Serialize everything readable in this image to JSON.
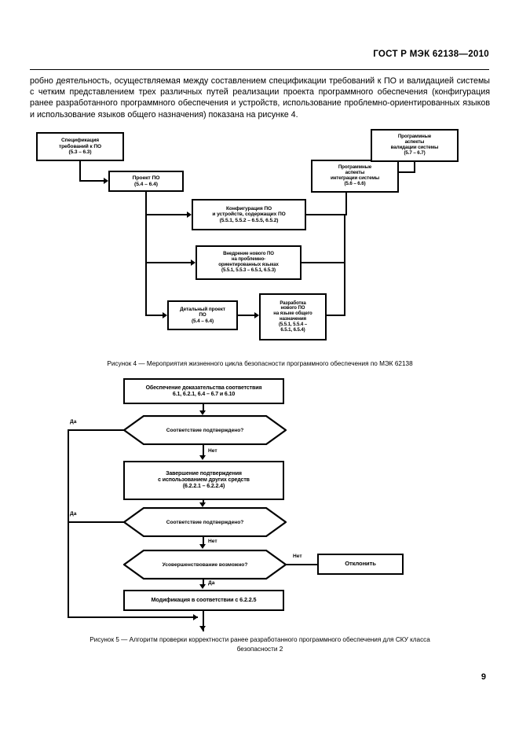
{
  "document": {
    "header": "ГОСТ Р МЭК 62138—2010",
    "page_number": "9",
    "body_paragraph": "робно деятельность, осуществляемая между составлением спецификации требований к ПО и валидацией системы с четким представлением трех различных путей реализации проекта программного обеспечения (конфигурация ранее разработанного программного обеспечения и устройств, использование проблемно-ориентированных языков и использование языков общего назначения) показана на рисунке 4."
  },
  "figure4": {
    "caption": "Рисунок 4 — Мероприятия жизненного цикла безопасности программного обеспечения по МЭК 62138",
    "nodes": {
      "spec": "Спецификация\nтребований к ПО\n(5.3 – 6.3)",
      "spec_l1": "Спецификация",
      "spec_l2": "требований к ПО",
      "spec_l3": "(5.3 – 6.3)",
      "design_l1": "Проект ПО",
      "design_l2": "(5.4 – 6.4)",
      "config_l1": "Конфигурация ПО",
      "config_l2": "и устройств, содержащих ПО",
      "config_l3": "(5.5.1, 5.5.2 – 6.5.5, 6.5.2)",
      "problem_l1": "Внедрение нового ПО",
      "problem_l2": "на проблемно-",
      "problem_l3": "ориентированных языках",
      "problem_l4": "(5.5.1, 5.5.3 – 6.5.1, 6.5.3)",
      "detail_l1": "Детальный проект",
      "detail_l2": "ПО",
      "detail_l3": "(5.4 – 6.4)",
      "general_l1": "Разработка",
      "general_l2": "нового ПО",
      "general_l3": "на языке общего",
      "general_l4": "назначения",
      "general_l5": "(5.5.1, 5.5.4 –",
      "general_l6": "6.5.1, 6.5.4)",
      "integration_l1": "Программные",
      "integration_l2": "аспекты",
      "integration_l3": "интеграции системы",
      "integration_l4": "(5.6 – 6.6)",
      "validation_l1": "Программные",
      "validation_l2": "аспекты",
      "validation_l3": "валидации системы",
      "validation_l4": "(5.7 – 6.7)"
    }
  },
  "figure5": {
    "caption_l1": "Рисунок 5 — Алгоритм проверки корректности ранее разработанного программного обеспечения для СКУ класса",
    "caption_l2": "безопасности 2",
    "nodes": {
      "evidence_l1": "Обеспечение доказательства соответствия",
      "evidence_l2": "6.1, 6.2.1, 6.4 – 6.7 и 6.10",
      "decision1": "Соответствие подтверждено?",
      "complete_l1": "Завершение подтверждения",
      "complete_l2": "с использованием других средств",
      "complete_l3": "(6.2.2.1 – 6.2.2.4)",
      "decision2": "Соответствие подтверждено?",
      "decision3": "Усовершенствование возможно?",
      "reject": "Отклонить",
      "modify": "Модификация в соответствии с 6.2.2.5"
    },
    "edges": {
      "yes1": "Да",
      "no1": "Нет",
      "yes2": "Да",
      "no2": "Нет",
      "no3": "Нет",
      "yes3": "Да"
    }
  }
}
